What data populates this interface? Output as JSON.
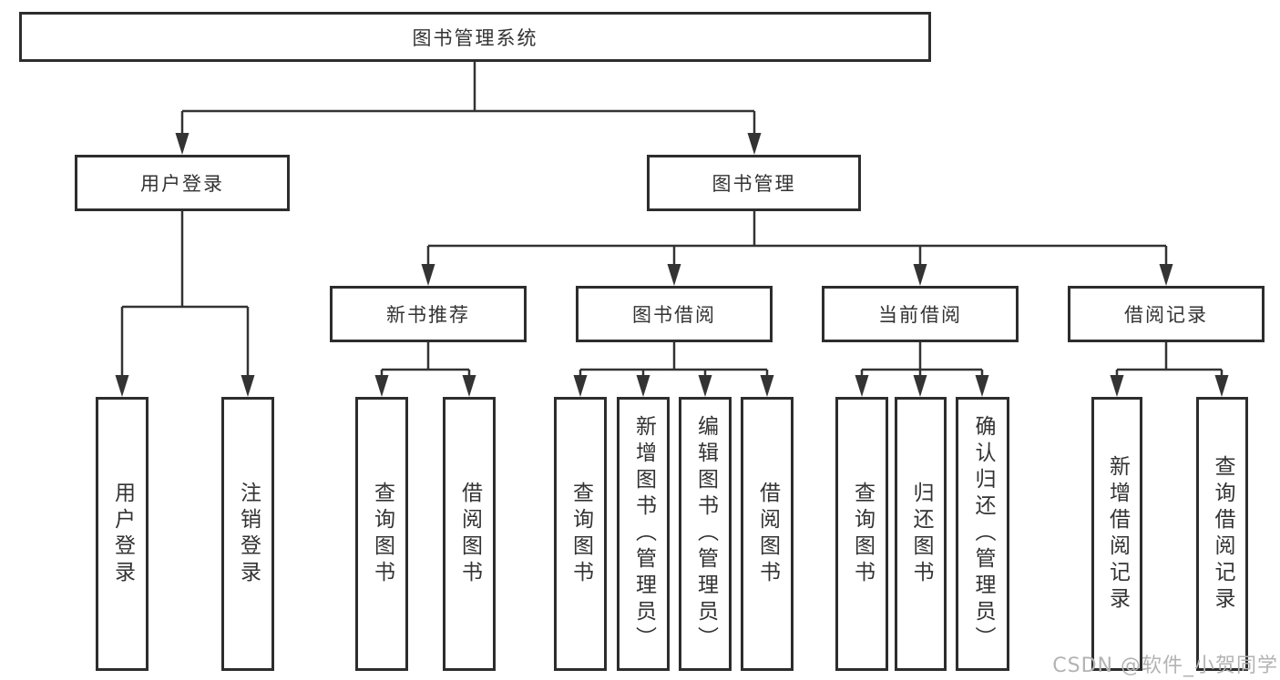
{
  "diagram": {
    "type": "hierarchy",
    "colors": {
      "line": "#333333",
      "box_border": "#2d2d2d",
      "text": "#333333",
      "watermark": "#b3b3b3",
      "background": "#ffffff"
    },
    "tree": {
      "label": "图书管理系统",
      "children": [
        {
          "label": "用户登录",
          "children": [
            {
              "label": "用户登录"
            },
            {
              "label": "注销登录"
            }
          ]
        },
        {
          "label": "图书管理",
          "children": [
            {
              "label": "新书推荐",
              "children": [
                {
                  "label": "查询图书"
                },
                {
                  "label": "借阅图书"
                }
              ]
            },
            {
              "label": "图书借阅",
              "children": [
                {
                  "label": "查询图书"
                },
                {
                  "label": "新增图书（管理员）"
                },
                {
                  "label": "编辑图书（管理员）"
                },
                {
                  "label": "借阅图书"
                }
              ]
            },
            {
              "label": "当前借阅",
              "children": [
                {
                  "label": "查询图书"
                },
                {
                  "label": "归还图书"
                },
                {
                  "label": "确认归还（管理员）"
                }
              ]
            },
            {
              "label": "借阅记录",
              "children": [
                {
                  "label": "新增借阅记录"
                },
                {
                  "label": "查询借阅记录"
                }
              ]
            }
          ]
        }
      ]
    },
    "watermark": "CSDN @软件_小贺同学"
  }
}
